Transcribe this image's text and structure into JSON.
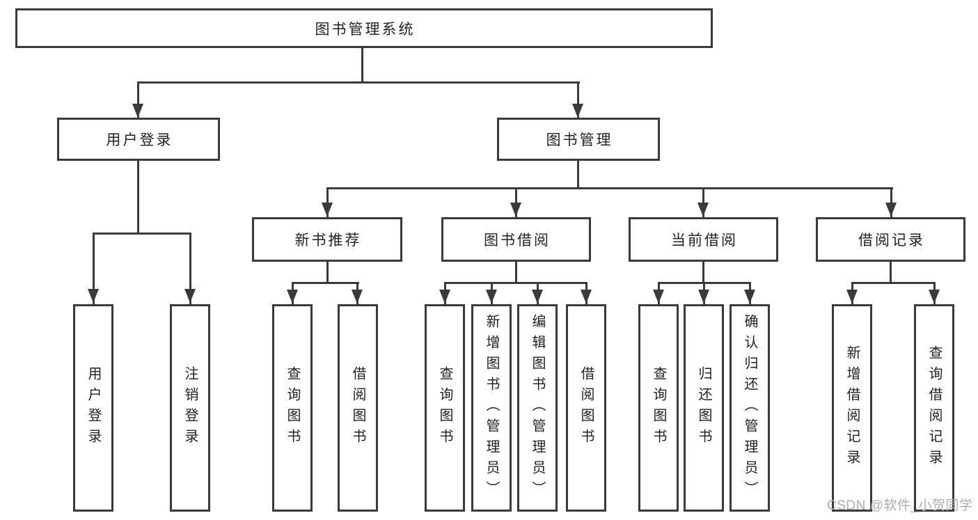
{
  "diagram": {
    "root": {
      "label": "图书管理系统"
    },
    "branches": [
      {
        "label": "用户登录",
        "children": [
          {
            "label": "用户登录"
          },
          {
            "label": "注销登录"
          }
        ]
      },
      {
        "label": "图书管理",
        "children": [
          {
            "label": "新书推荐",
            "children": [
              {
                "label": "查询图书"
              },
              {
                "label": "借阅图书"
              }
            ]
          },
          {
            "label": "图书借阅",
            "children": [
              {
                "label": "查询图书"
              },
              {
                "label": "新增图书（管理员）"
              },
              {
                "label": "编辑图书（管理员）"
              },
              {
                "label": "借阅图书"
              }
            ]
          },
          {
            "label": "当前借阅",
            "children": [
              {
                "label": "查询图书"
              },
              {
                "label": "归还图书"
              },
              {
                "label": "确认归还（管理员）"
              }
            ]
          },
          {
            "label": "借阅记录",
            "children": [
              {
                "label": "新增借阅记录"
              },
              {
                "label": "查询借阅记录"
              }
            ]
          }
        ]
      }
    ]
  },
  "watermark": {
    "text": "CSDN @软件_小贺同学"
  },
  "colors": {
    "line": "#3a3a3a",
    "box_border": "#3a3a3a",
    "box_fill": "#ffffff",
    "text": "#222222",
    "background": "#ffffff",
    "watermark_color": "#adadad"
  }
}
